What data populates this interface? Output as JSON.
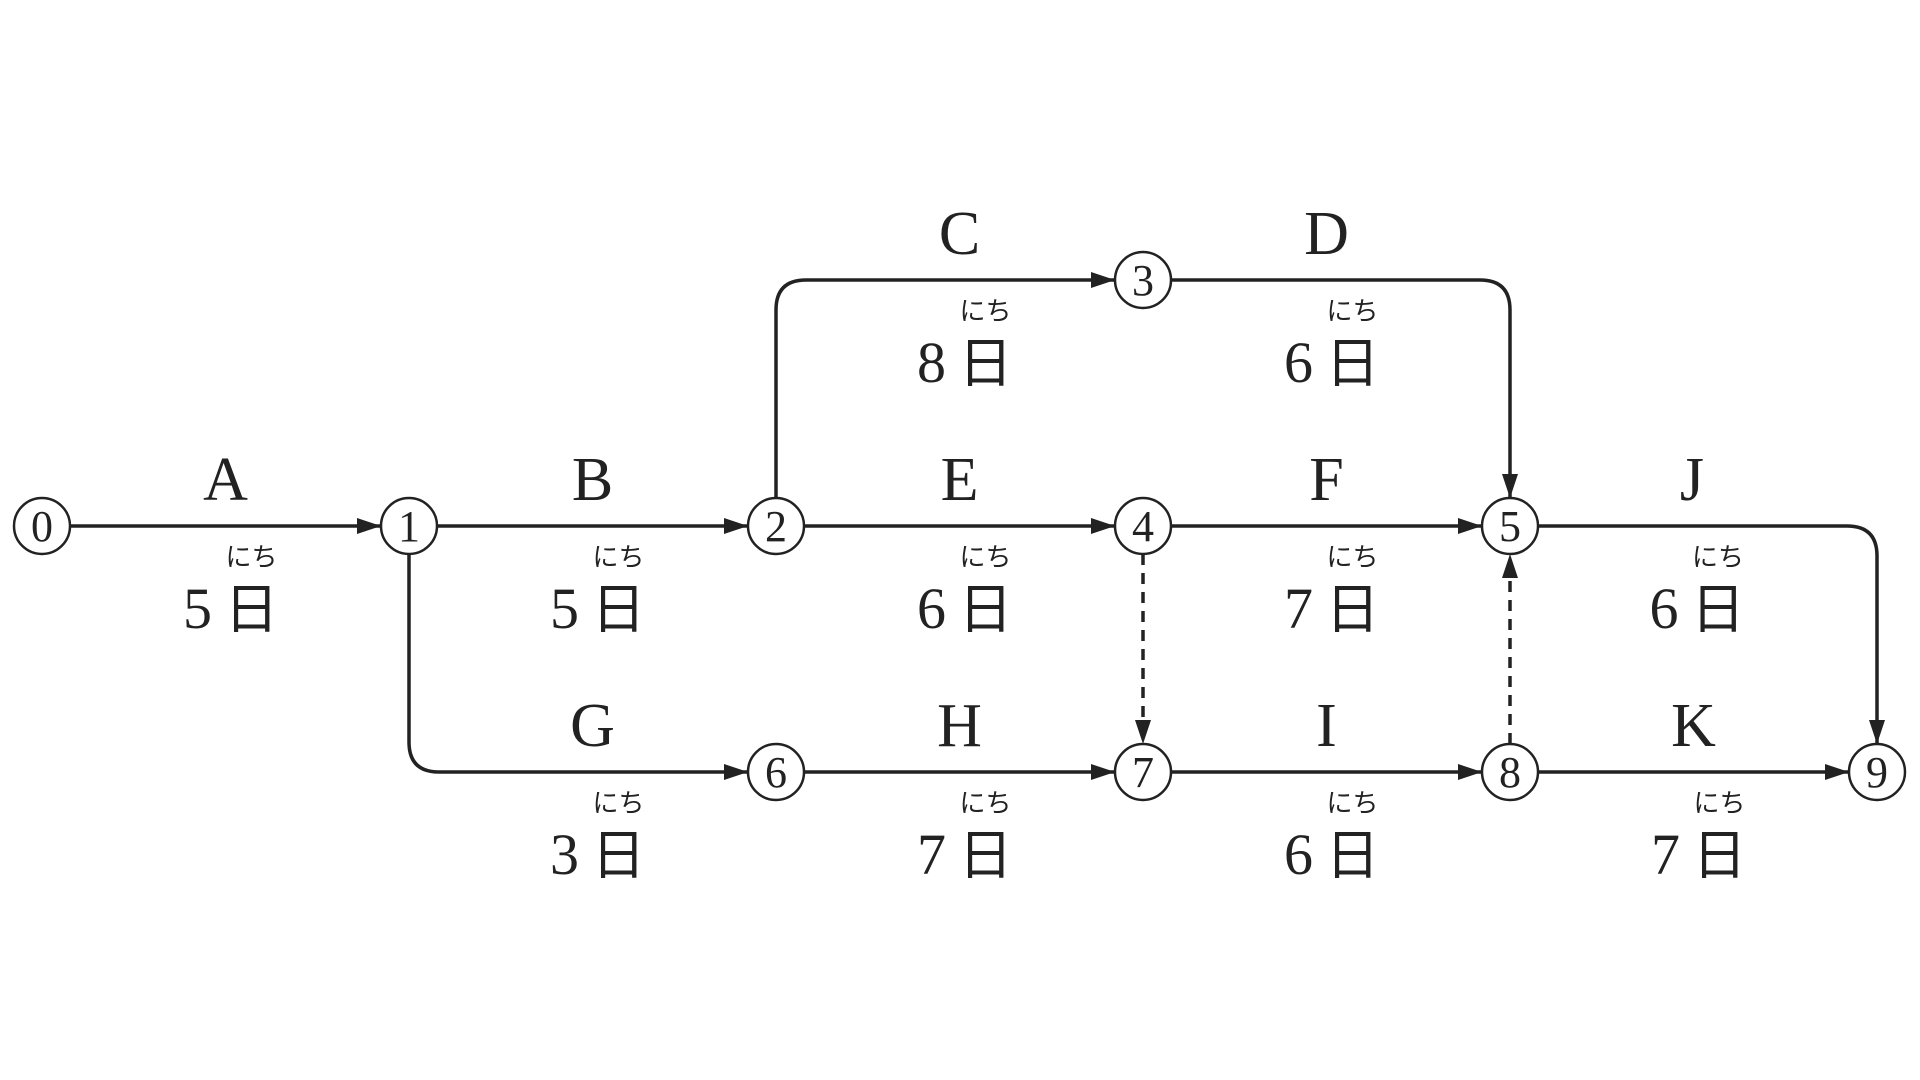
{
  "nodes": [
    {
      "id": "0",
      "label": "0"
    },
    {
      "id": "1",
      "label": "1"
    },
    {
      "id": "2",
      "label": "2"
    },
    {
      "id": "3",
      "label": "3"
    },
    {
      "id": "4",
      "label": "4"
    },
    {
      "id": "5",
      "label": "5"
    },
    {
      "id": "6",
      "label": "6"
    },
    {
      "id": "7",
      "label": "7"
    },
    {
      "id": "8",
      "label": "8"
    },
    {
      "id": "9",
      "label": "9"
    }
  ],
  "activities": [
    {
      "label": "A",
      "from": "0",
      "to": "1",
      "duration": "5",
      "unit": "日",
      "ruby": "にち"
    },
    {
      "label": "B",
      "from": "1",
      "to": "2",
      "duration": "5",
      "unit": "日",
      "ruby": "にち"
    },
    {
      "label": "C",
      "from": "2",
      "to": "3",
      "duration": "8",
      "unit": "日",
      "ruby": "にち"
    },
    {
      "label": "D",
      "from": "3",
      "to": "5",
      "duration": "6",
      "unit": "日",
      "ruby": "にち"
    },
    {
      "label": "E",
      "from": "2",
      "to": "4",
      "duration": "6",
      "unit": "日",
      "ruby": "にち"
    },
    {
      "label": "F",
      "from": "4",
      "to": "5",
      "duration": "7",
      "unit": "日",
      "ruby": "にち"
    },
    {
      "label": "G",
      "from": "1",
      "to": "6",
      "duration": "3",
      "unit": "日",
      "ruby": "にち"
    },
    {
      "label": "H",
      "from": "6",
      "to": "7",
      "duration": "7",
      "unit": "日",
      "ruby": "にち"
    },
    {
      "label": "I",
      "from": "7",
      "to": "8",
      "duration": "6",
      "unit": "日",
      "ruby": "にち"
    },
    {
      "label": "J",
      "from": "5",
      "to": "9",
      "duration": "6",
      "unit": "日",
      "ruby": "にち"
    },
    {
      "label": "K",
      "from": "8",
      "to": "9",
      "duration": "7",
      "unit": "日",
      "ruby": "にち"
    }
  ],
  "dummy_activities": [
    {
      "from": "4",
      "to": "7"
    },
    {
      "from": "8",
      "to": "5"
    }
  ]
}
